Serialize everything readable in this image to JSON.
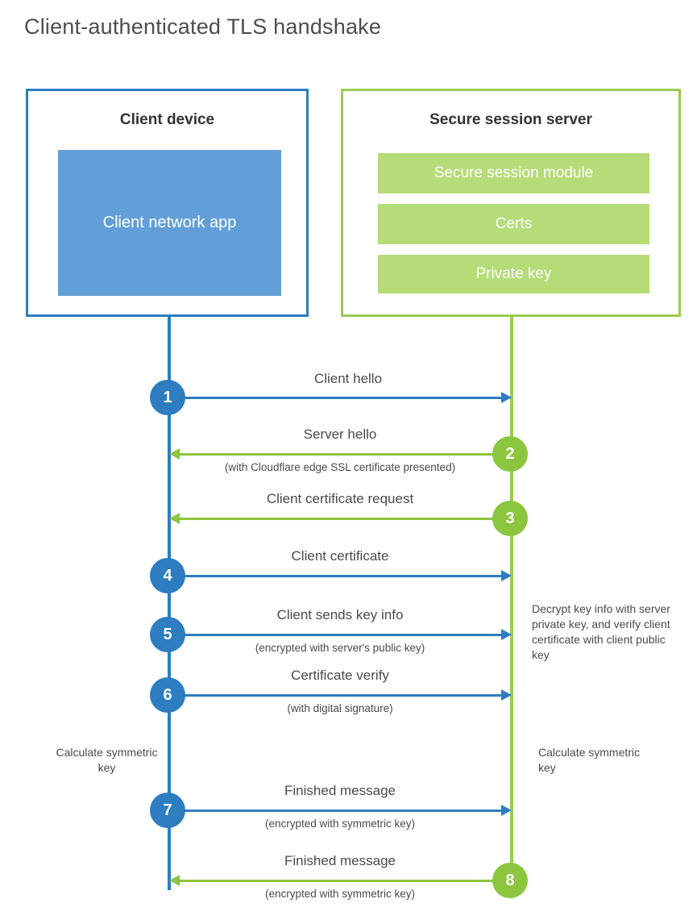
{
  "title": "Client-authenticated TLS handshake",
  "parties": {
    "client": {
      "name": "Client device",
      "blocks": [
        {
          "label": "Client network app"
        }
      ]
    },
    "server": {
      "name": "Secure session server",
      "blocks": [
        {
          "label": "Secure session module"
        },
        {
          "label": "Certs"
        },
        {
          "label": "Private key"
        }
      ]
    }
  },
  "colors": {
    "client_blue": "#2d7dc0",
    "client_fill": "#629fd8",
    "server_green": "#8cc63f",
    "server_fill": "#b5dc77",
    "text": "#4a4a4a"
  },
  "steps": [
    {
      "number": "1",
      "label": "Client hello",
      "sub": "",
      "direction": "client-to-server",
      "color": "blue"
    },
    {
      "number": "2",
      "label": "Server hello",
      "sub": "(with Cloudflare edge SSL certificate presented)",
      "direction": "server-to-client",
      "color": "green"
    },
    {
      "number": "3",
      "label": "Client certificate request",
      "sub": "",
      "direction": "server-to-client",
      "color": "green"
    },
    {
      "number": "4",
      "label": "Client certificate",
      "sub": "",
      "direction": "client-to-server",
      "color": "blue"
    },
    {
      "number": "5",
      "label": "Client sends key info",
      "sub": "(encrypted with server's public key)",
      "direction": "client-to-server",
      "color": "blue"
    },
    {
      "number": "6",
      "label": "Certificate verify",
      "sub": "(with digital signature)",
      "direction": "client-to-server",
      "color": "blue"
    },
    {
      "number": "7",
      "label": "Finished message",
      "sub": "(encrypted with symmetric key)",
      "direction": "client-to-server",
      "color": "blue"
    },
    {
      "number": "8",
      "label": "Finished message",
      "sub": "(encrypted with symmetric key)",
      "direction": "server-to-client",
      "color": "green"
    }
  ],
  "annotations": {
    "decrypt_note": "Decrypt key info with server private key, and verify client certificate with client public key",
    "calculate_left": "Calculate symmetric key",
    "calculate_right": "Calculate symmetric key"
  }
}
